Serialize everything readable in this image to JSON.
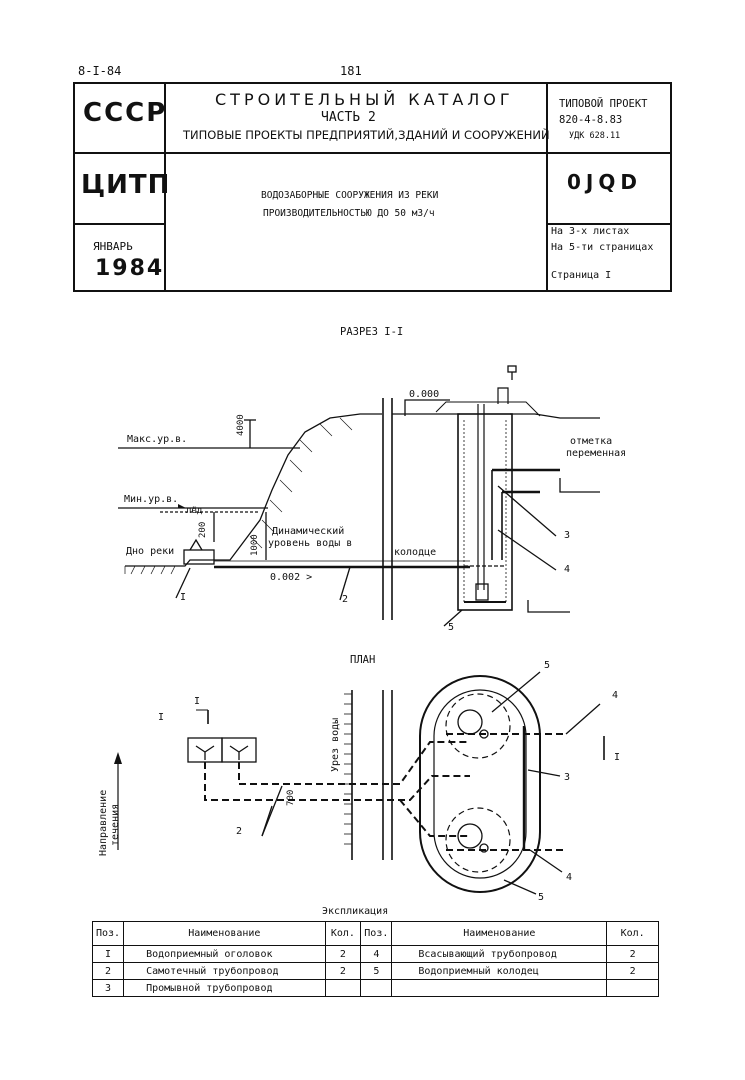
{
  "header": {
    "left_code": "8-I-84",
    "page_number": "181",
    "ussr": "СССР",
    "citp": "ЦИТП",
    "month": "ЯНВАРЬ",
    "year": "1984",
    "catalog_title": "СТРОИТЕЛЬНЫЙ КАТАЛОГ",
    "part": "ЧАСТЬ 2",
    "catalog_subtitle": "ТИПОВЫЕ ПРОЕКТЫ ПРЕДПРИЯТИЙ,ЗДАНИЙ И СООРУЖЕНИЙ",
    "project_label": "ТИПОВОЙ ПРОЕКТ",
    "project_code": "820-4-8.83",
    "udk": "УДК 628.11",
    "doc_code": "0JQD",
    "object_line1": "ВОДОЗАБОРНЫЕ СООРУЖЕНИЯ ИЗ РЕКИ",
    "object_line2": "ПРОИЗВОДИТЕЛЬНОСТЬЮ ДО 50 м3/ч",
    "sheets": "На 3-х листах",
    "pages": "На 5-ти страницах",
    "page": "Страница I"
  },
  "section": {
    "title": "РАЗРЕЗ I-I",
    "mark_zero": "0.000",
    "height_4000": "4000",
    "max_level": "Макс.ур.в.",
    "min_level": "Мин.ур.в.",
    "ice": "лёд",
    "dim_200": "200",
    "dim_1000": "1000",
    "bottom": "Дно реки",
    "dynamic_1": "Динамический",
    "dynamic_2": "уровень воды в",
    "dynamic_3": "колодце",
    "slope": "0.002 >",
    "mark_var_1": "отметка",
    "mark_var_2": "переменная",
    "pos1": "I",
    "pos2": "2",
    "pos3": "3",
    "pos4": "4",
    "pos5": "5"
  },
  "plan": {
    "title": "ПЛАН",
    "cut_left": "I",
    "cut_left2": "I",
    "cut_right": "I",
    "shore": "Урез воды",
    "flow_1": "Направление",
    "flow_2": "течения",
    "dim_700": "700",
    "pos2": "2",
    "pos3": "3",
    "pos4a": "4",
    "pos4b": "4",
    "pos5a": "5",
    "pos5b": "5"
  },
  "explication": {
    "title": "Экспликация",
    "headers": [
      "Поз.",
      "Наименование",
      "Кол.",
      "Поз.",
      "Наименование",
      "Кол."
    ],
    "rows": [
      [
        "I",
        "Водоприемный оголовок",
        "2",
        "4",
        "Всасывающий трубопровод",
        "2"
      ],
      [
        "2",
        "Самотечный трубопровод",
        "2",
        "5",
        "Водоприемный колодец",
        "2"
      ],
      [
        "3",
        "Промывной трубопровод",
        "",
        "",
        "",
        ""
      ]
    ]
  }
}
